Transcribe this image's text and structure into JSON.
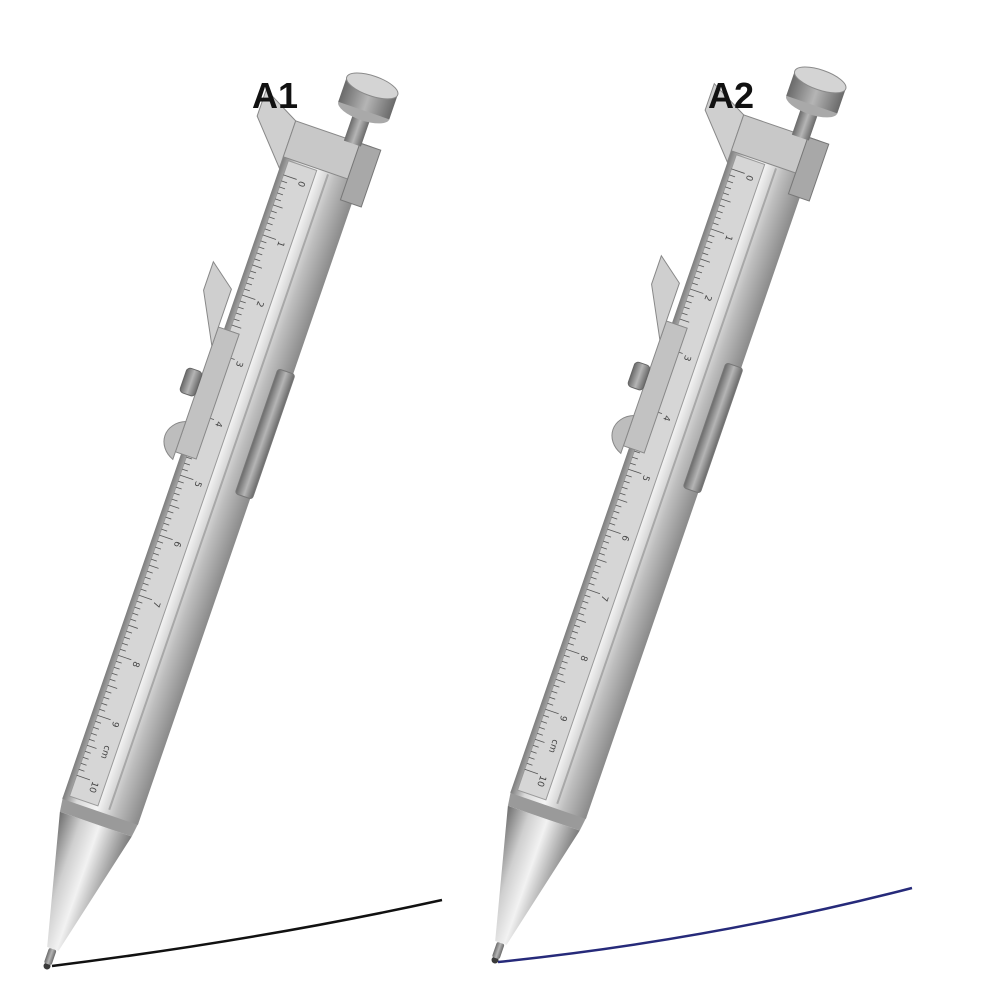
{
  "variants": [
    {
      "label": "A1",
      "ink_color": "#111111"
    },
    {
      "label": "A2",
      "ink_color": "#262a7a"
    }
  ],
  "scale": {
    "numbers": [
      "0",
      "1",
      "2",
      "3",
      "4",
      "5",
      "6",
      "7",
      "8",
      "9",
      "10"
    ],
    "unit": "cm"
  },
  "colors": {
    "body_light": "#e6e6e6",
    "body_mid": "#bdbdbd",
    "body_dark": "#8e8e8e",
    "background": "#ffffff"
  }
}
